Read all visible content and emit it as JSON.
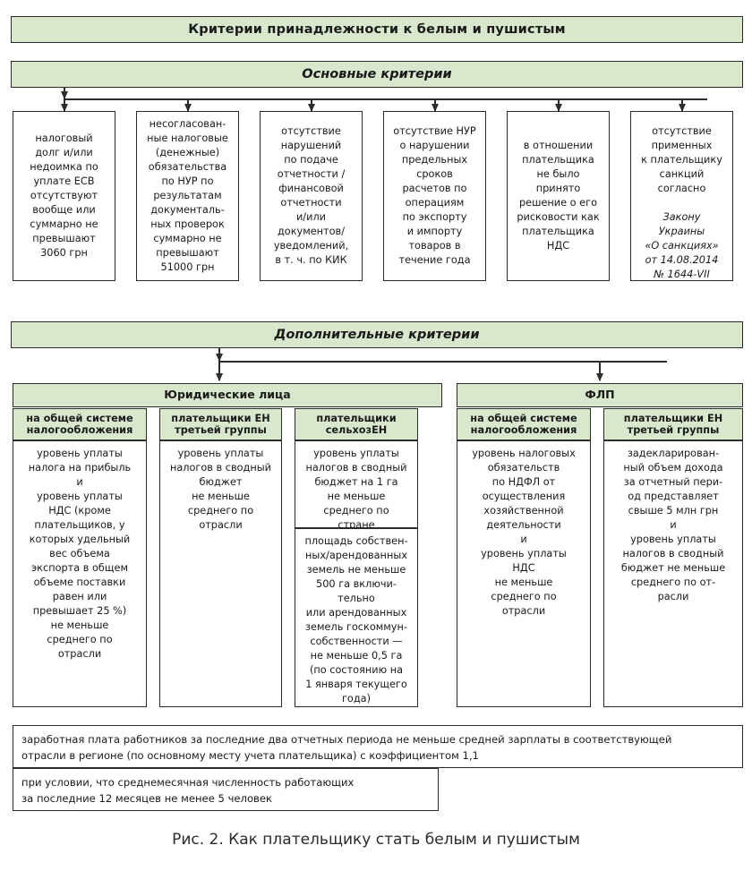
{
  "colors": {
    "accent_green": "#d9e8cd",
    "border": "#2b2b2b",
    "text": "#1a1a1a",
    "background": "#ffffff"
  },
  "banners": {
    "main_title": "Критерии принадлежности к белым и пушистым",
    "basic_criteria": "Основные критерии",
    "extra_criteria": "Дополнительные критерии"
  },
  "basic_criteria_cards": [
    {
      "text": "налоговый\nдолг и/или\nнедоимка по\nуплате ЕСВ\nотсутствуют\nвообще или\nсуммарно не\nпревышают\n3060 грн"
    },
    {
      "text": "несогласован-\nные налоговые\n(денежные)\nобязательства\nпо НУР по\nрезультатам\nдокументаль-\nных проверок\nсуммарно не\nпревышают\n51000 грн"
    },
    {
      "text": "отсутствие\nнарушений\nпо подаче\nотчетности /\nфинансовой\nотчетности\nи/или\nдокументов/\nуведомлений,\nв т. ч. по КИК"
    },
    {
      "text": "отсутствие НУР\nо нарушении\nпредельных\nсроков\nрасчетов по\nоперациям\nпо экспорту\nи импорту\nтоваров в\nтечение года"
    },
    {
      "text": "в отношении\nплательщика\nне было\nпринято\nрешение о его\nрисковости как\nплательщика\nНДС"
    },
    {
      "text": "отсутствие\nприменных",
      "text_lines": "отсутствие\nприменённых",
      "plain": "отсутствие\nприменных к плательщику"
    }
  ],
  "card6": {
    "plain_top": "отсутствие\nприменных\nк плательщику\nсанкций\nсогласно",
    "plain_top_fixed": "отсутствие\nприменённых\nк плательщику\nсанкций\nсогласно",
    "normal_part": "отсутствие\nприменных\nк плательщику\nсанкций\nсогласно",
    "italic_part": "Закону\nУкраины\n«О санкциях»\nот 14.08.2014\n№ 1644-VII"
  },
  "groups": [
    {
      "name": "Юридические лица",
      "columns": [
        {
          "header": "на общей системе\nналогообложения",
          "blocks": [
            "уровень уплаты\nналога на прибыль\nи\nуровень уплаты\nНДС (кроме\nплательщиков, у\nкоторых удельный\nвес объема\nэкспорта в общем\nобъеме поставки\nравен или\nпревышает 25 %)\nне меньше\nсреднего по\nотрасли"
          ]
        },
        {
          "header": "плательщики ЕН\nтретьей группы",
          "blocks": [
            "уровень уплаты\nналогов в сводный\nбюджет\nне меньше\nсреднего по\nотрасли"
          ]
        },
        {
          "header": "плательщики\nсельхозЕН",
          "blocks": [
            "уровень уплаты\nналогов в сводный\nбюджет на 1 га\nне меньше\nсреднего по\nстране",
            "площадь собствен-\nных/арендованных\nземель не меньше\n500 га включи-\nтельно\nили арендованных\nземель госкоммун-\nсобственности —\nне меньше 0,5 га\n(по состоянию на\n1 января текущего\nгода)"
          ]
        }
      ]
    },
    {
      "name": "ФЛП",
      "columns": [
        {
          "header": "на общей системе\nналогообложения",
          "blocks": [
            "уровень налоговых\nобязательств\nпо НДФЛ от\nосуществления\nхозяйственной\nдеятельности\nи\nуровень уплаты\nНДС\nне меньше\nсреднего по\nотрасли"
          ]
        },
        {
          "header": "плательщики ЕН\nтретьей группы",
          "blocks": [
            "задекларирован-\nный объем дохода\nза отчетный пери-\nод представляет\nсвыше 5 млн грн\nи\nуровень уплаты\nналогов в сводный\nбюджет не меньше\nсреднего по от-\nрасли"
          ]
        }
      ]
    }
  ],
  "notes": [
    "заработная плата работников за последние два отчетных периода не меньше средней зарплаты в соответствующей\nотрасли в регионе (по основному месту учета плательщика) с коэффициентом 1,1",
    "при условии, что среднемесячная численность работающих\nза последние 12 месяцев не менее 5 человек"
  ],
  "caption": "Рис. 2. Как плательщику стать белым и пушистым"
}
